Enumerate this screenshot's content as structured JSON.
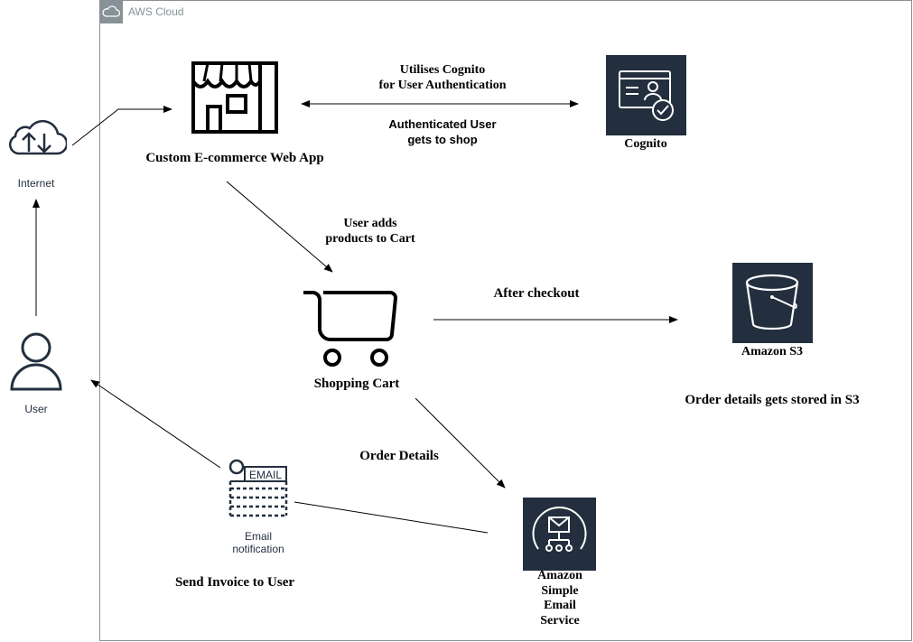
{
  "group": {
    "title": "AWS Cloud",
    "icon": "cloud-icon",
    "border_color": "#879196"
  },
  "nodes": {
    "internet": {
      "label": "Internet",
      "icon": "internet-cloud-icon"
    },
    "user": {
      "label": "User",
      "icon": "user-icon"
    },
    "webapp": {
      "label": "Custom E-commerce Web App",
      "icon": "storefront-icon"
    },
    "cognito": {
      "label": "Cognito",
      "icon": "cognito-icon",
      "color": "#232f3e"
    },
    "cart": {
      "label": "Shopping Cart",
      "icon": "shopping-cart-icon"
    },
    "s3": {
      "label": "Amazon S3",
      "icon": "s3-bucket-icon",
      "color": "#232f3e"
    },
    "ses": {
      "label_lines": [
        "Amazon",
        "Simple",
        "Email",
        "Service"
      ],
      "icon": "ses-icon",
      "color": "#232f3e"
    },
    "email": {
      "label_lines": [
        "Email",
        "notification"
      ],
      "icon": "email-notification-icon",
      "badge": "EMAIL"
    }
  },
  "edges": {
    "cognito_top": [
      "Utilises Cognito",
      "for User Authentication"
    ],
    "cognito_bottom": [
      "Authenticated User",
      "gets to shop"
    ],
    "add_to_cart": [
      "User adds",
      "products to Cart"
    ],
    "checkout": "After checkout",
    "s3_note": "Order details gets stored in S3",
    "order_details": "Order Details",
    "invoice": "Send Invoice to User"
  }
}
